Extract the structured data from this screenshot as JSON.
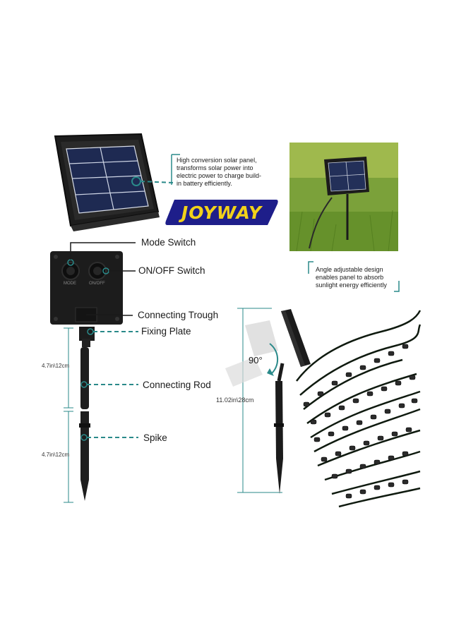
{
  "brand": {
    "logo_text": "JOYWAY",
    "logo_color": "#f2d21a",
    "logo_bg": "#1e1e8a"
  },
  "callouts": {
    "solar_panel": "High conversion solar panel, transforms solar power into electric power to charge build-in battery efficiently.",
    "angle": "Angle adjustable design enables panel to absorb sunlight energy efficiently"
  },
  "labels": {
    "mode_switch": "Mode Switch",
    "onoff_switch": "ON/OFF Switch",
    "connecting_trough": "Connecting Trough",
    "fixing_plate": "Fixing Plate",
    "connecting_rod": "Connecting Rod",
    "spike": "Spike",
    "button_mode": "MODE",
    "button_onoff": "ON/OFF"
  },
  "dimensions": {
    "rod_length": "4.7in\\12cm",
    "spike_length": "4.7in\\12cm",
    "total_height": "11.02in\\28cm",
    "angle": "90°"
  },
  "colors": {
    "callout_line": "#2a8a8a",
    "device": "#1b1b1b"
  }
}
